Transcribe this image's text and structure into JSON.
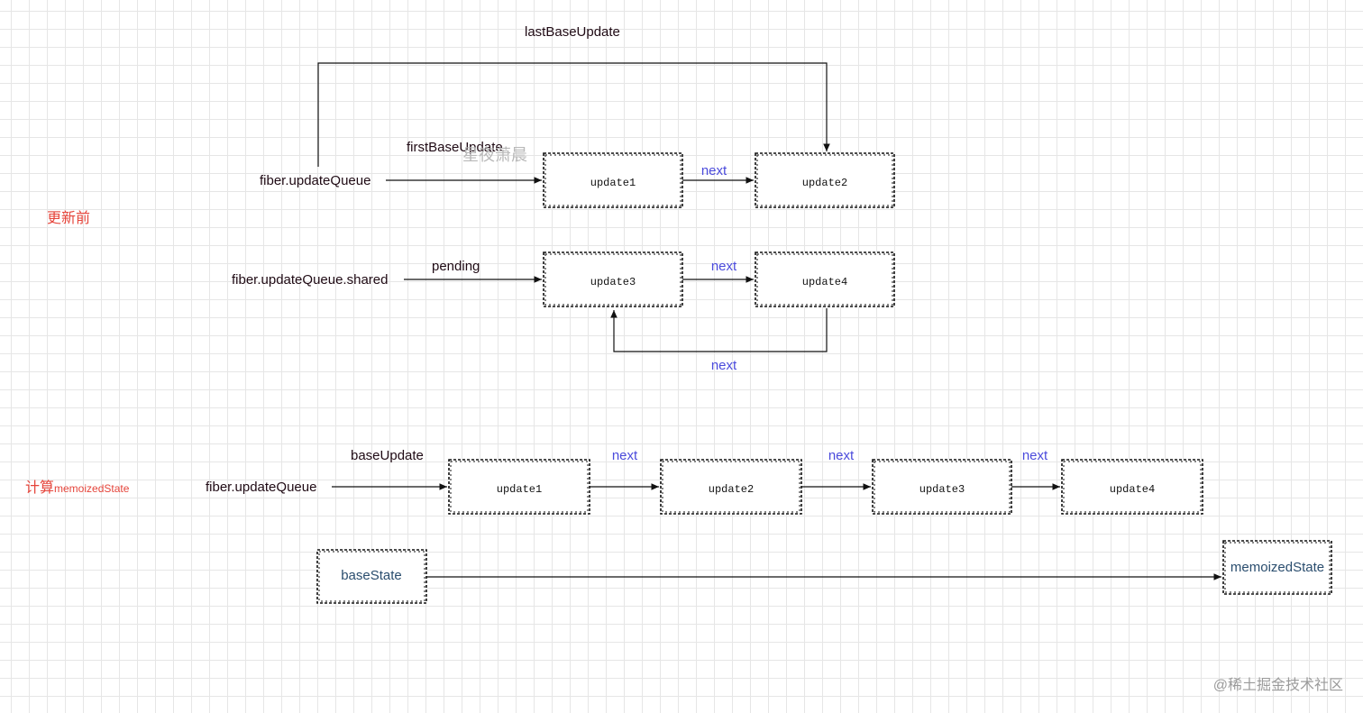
{
  "labels": {
    "last_base_update": "lastBaseUpdate",
    "first_base_update": "firstBaseUpdate",
    "fiber_update_queue_top": "fiber.updateQueue",
    "fiber_update_queue_shared": "fiber.updateQueue.shared",
    "pending": "pending",
    "fiber_update_queue_bottom": "fiber.updateQueue",
    "base_update": "baseUpdate",
    "base_state": "baseState",
    "memoized_state": "memoizedState"
  },
  "section_labels": {
    "before_update": "更新前",
    "compute_prefix": "计算",
    "compute_suffix": "memoizedState"
  },
  "next_label": "next",
  "boxes": {
    "top_update1": "update1",
    "top_update2": "update2",
    "top_update3": "update3",
    "top_update4": "update4",
    "bottom_update1": "update1",
    "bottom_update2": "update2",
    "bottom_update3": "update3",
    "bottom_update4": "update4"
  },
  "watermark": {
    "author": "星夜萧晨",
    "site": "@稀土掘金技术社区"
  },
  "colors": {
    "label": "#1f0a14",
    "next": "#4b4bdc",
    "section": "#e5443a",
    "state_text": "#2a4d6e",
    "grid": "#e6e6e6"
  }
}
